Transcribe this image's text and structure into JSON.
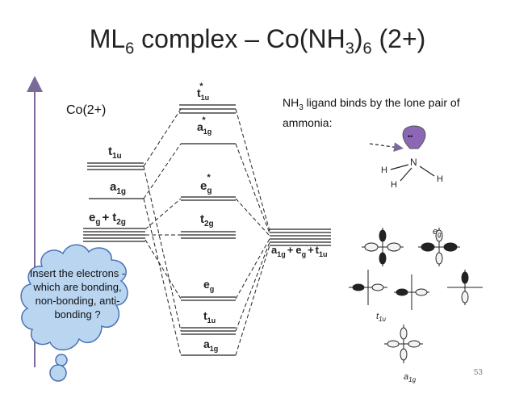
{
  "title": {
    "prefix": "ML",
    "sub1": "6",
    "mid": " complex – Co(NH",
    "sub2": "3",
    "close": ")",
    "sub3": "6",
    "suffix": " (2+)"
  },
  "metal_label": "Co(2+)",
  "ligand_note": {
    "nh": "NH",
    "sub": "3",
    "rest": " ligand binds by the lone pair of ammonia:"
  },
  "mo_labels": {
    "t1u_star": "t",
    "t1u_star_sub": "1u",
    "star": "*",
    "a1g_star": "a",
    "a1g_star_sub": "1g",
    "t1u_metal": "t",
    "t1u_metal_sub": "1u",
    "a1g_metal": "a",
    "a1g_metal_sub": "1g",
    "eg_star": "e",
    "eg_star_sub": "g",
    "metal_eg": "e",
    "metal_eg_sub": "g",
    "plus": "+",
    "metal_t2g": "t",
    "metal_t2g_sub": "2g",
    "t2g": "t",
    "t2g_sub": "2g",
    "ligand_a": "a",
    "ligand_a_sub": "1g",
    "ligand_e": "e",
    "ligand_e_sub": "g",
    "ligand_t": "t",
    "ligand_t_sub": "1u",
    "eg_bond": "e",
    "eg_bond_sub": "g",
    "t1u_bond": "t",
    "t1u_bond_sub": "1u",
    "a1g_bond": "a",
    "a1g_bond_sub": "1g"
  },
  "nh3_atoms": {
    "n": "N",
    "h1": "H",
    "h2": "H",
    "h3": "H",
    "dots": "••"
  },
  "orbital_set_labels": {
    "eg": "e",
    "eg_sub": "g",
    "t1u": "t",
    "t1u_sub": "1u",
    "a1g": "a",
    "a1g_sub": "1g"
  },
  "callout": "Insert the electrons - which are bonding, non-bonding, anti-bonding ?",
  "slide_number": "53",
  "colors": {
    "arrow": "#7a6a9a",
    "cloud_fill": "#b9d5f0",
    "cloud_stroke": "#4a73b5",
    "lobe": "#8c67b5"
  }
}
